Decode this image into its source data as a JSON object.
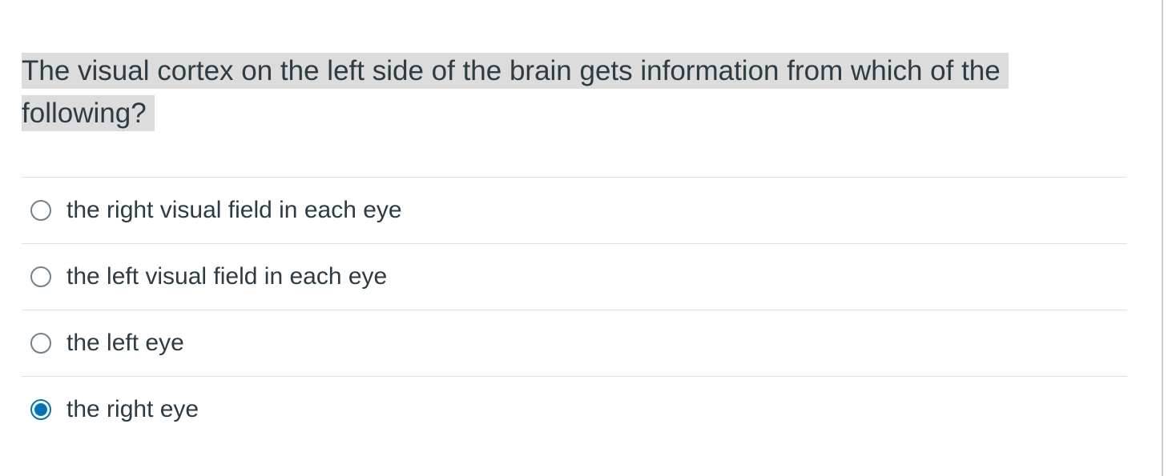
{
  "question": {
    "text": "The visual cortex on the left side of the brain gets information from which of the following?"
  },
  "answers": [
    {
      "label": "the right visual field in each eye",
      "selected": false
    },
    {
      "label": "the left visual field in each eye",
      "selected": false
    },
    {
      "label": "the left eye",
      "selected": false
    },
    {
      "label": "the right eye",
      "selected": true
    }
  ],
  "colors": {
    "accent": "#0374b5",
    "text": "#2d3b45",
    "highlight": "#dcdcdc",
    "divider": "#dde1e4"
  }
}
